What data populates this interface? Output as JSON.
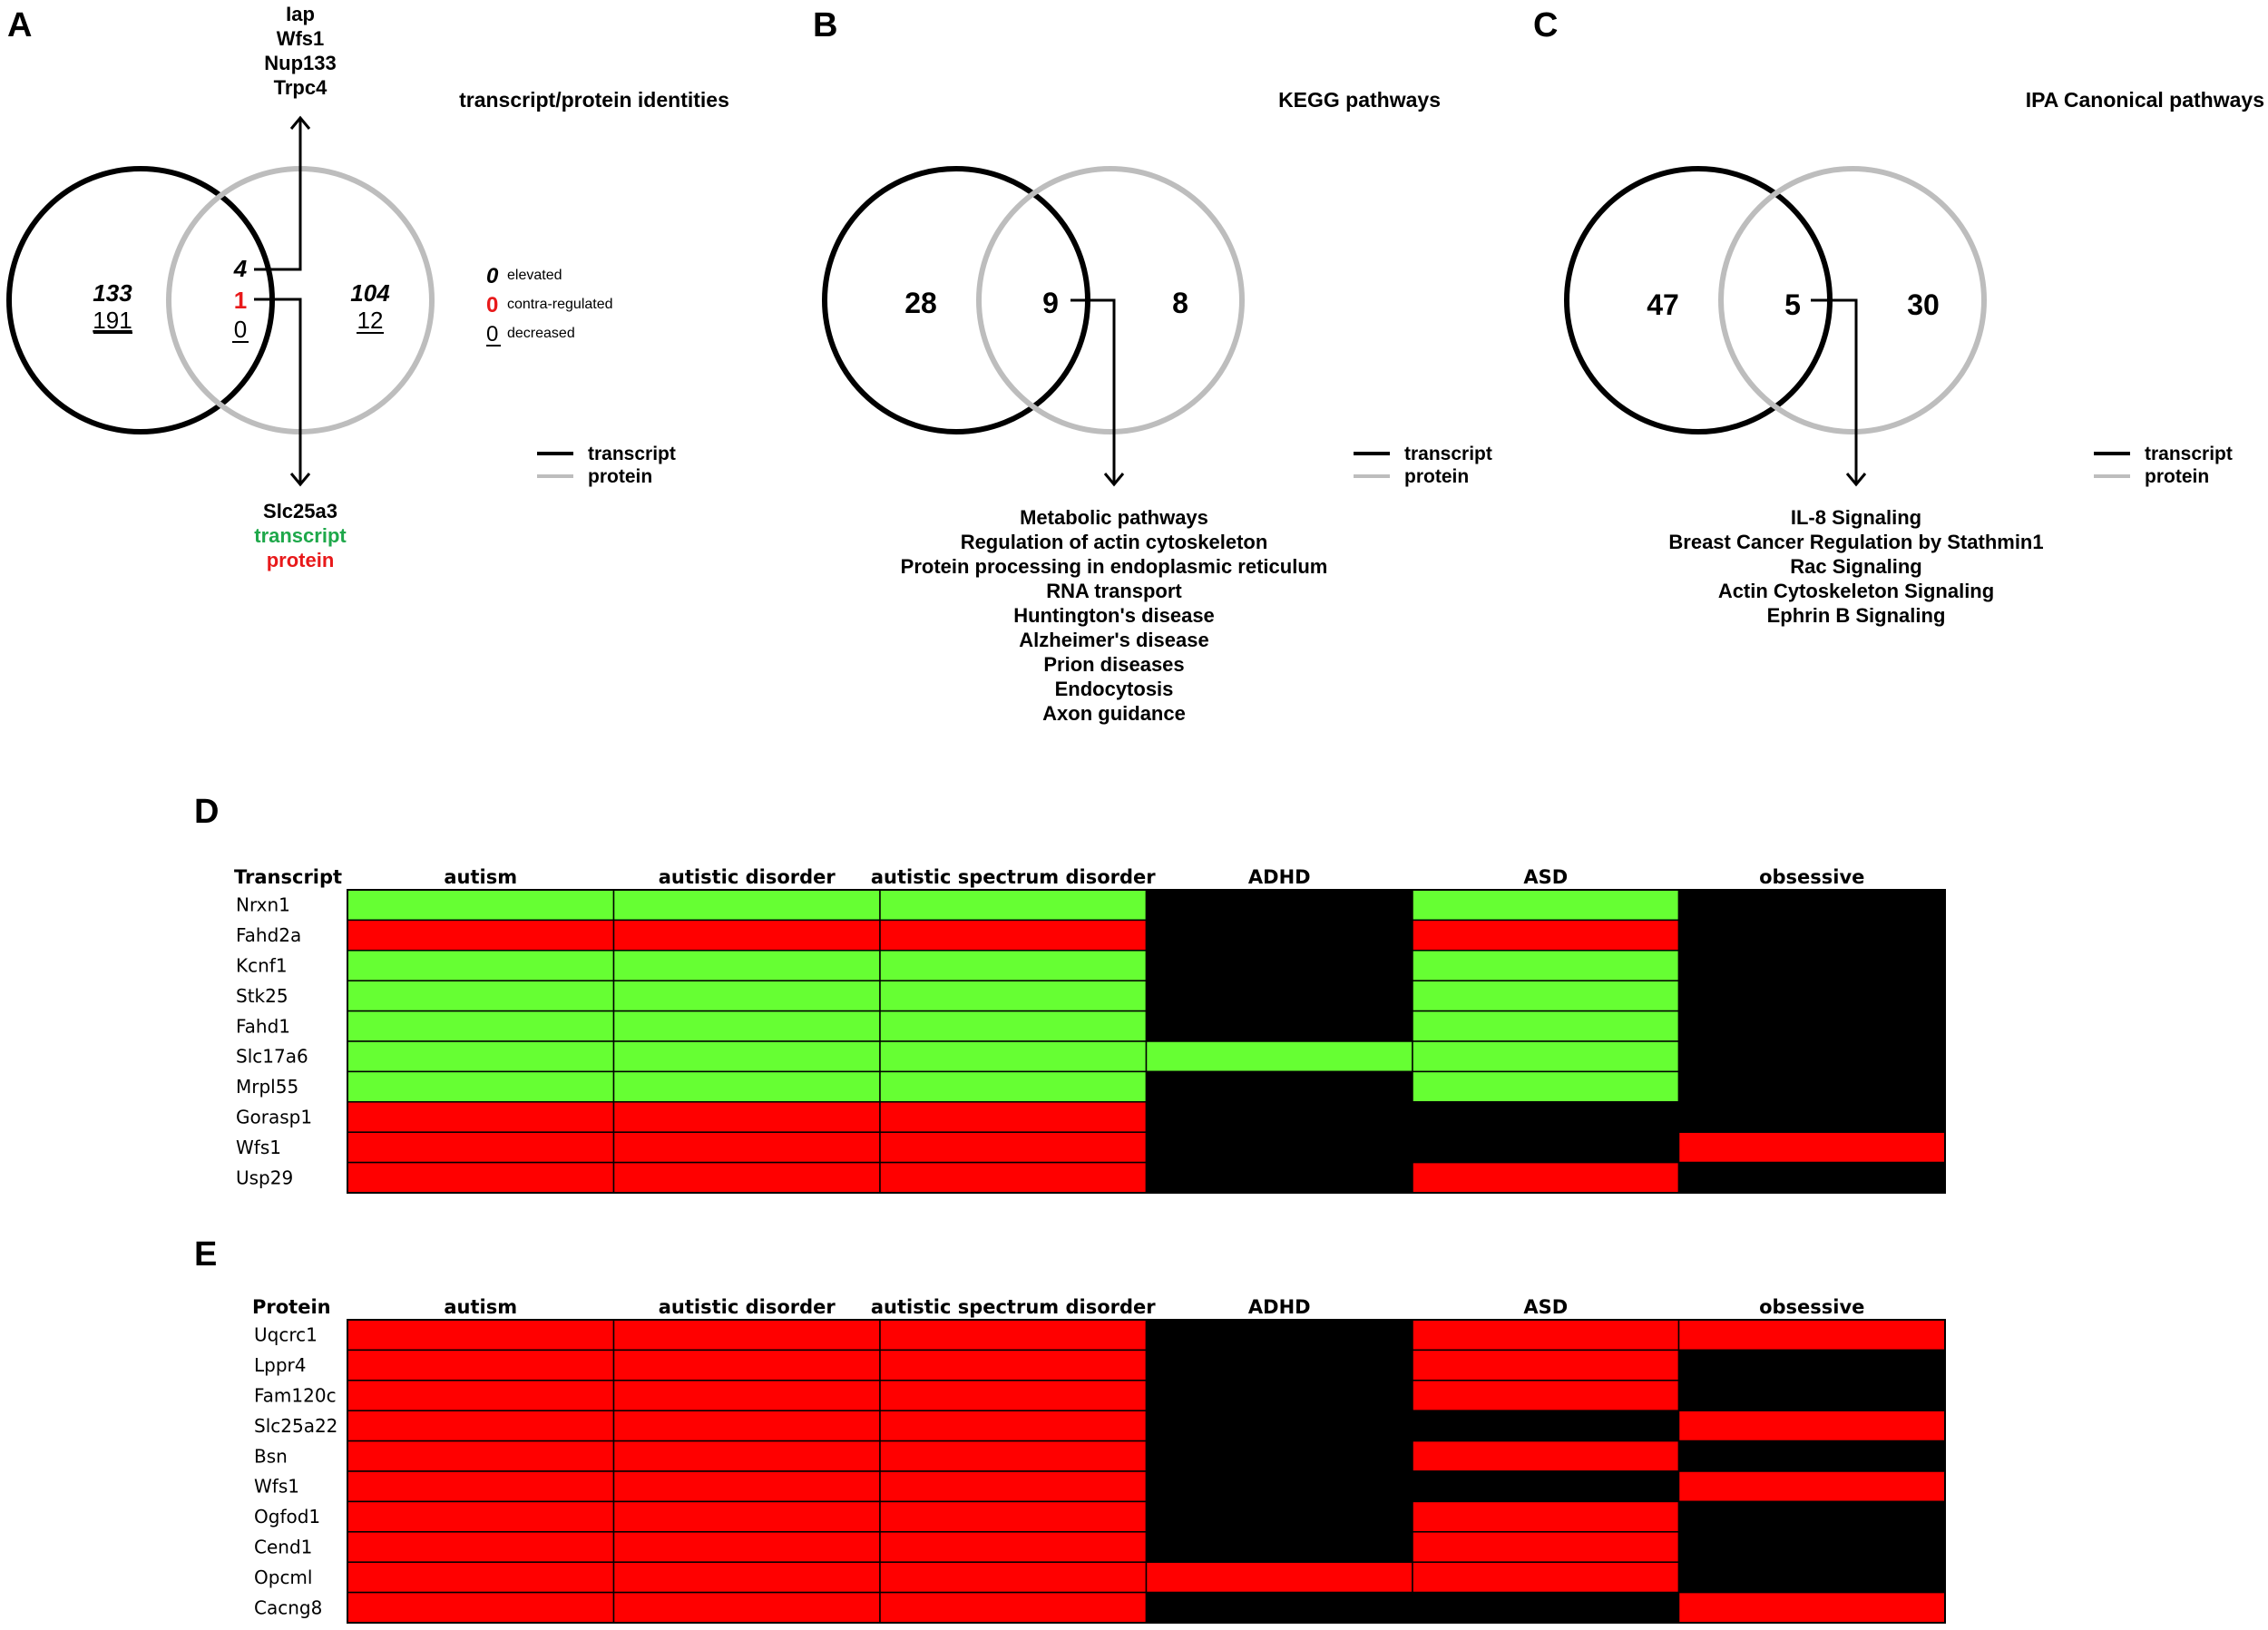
{
  "panelA": {
    "letter": "A",
    "title": "transcript/protein identities",
    "left": {
      "value": "133",
      "sub": "191"
    },
    "center": {
      "elevated": "4",
      "contra": "1",
      "decreased": "0"
    },
    "right": {
      "value": "104",
      "sub": "12"
    },
    "top_genes": [
      "Iap",
      "Wfs1",
      "Nup133",
      "Trpc4"
    ],
    "bottom_gene": "Slc25a3",
    "bottom_transcript": "transcript",
    "bottom_protein": "protein",
    "key": [
      {
        "value": "0",
        "label": "elevated",
        "color": "#000000"
      },
      {
        "value": "0",
        "label": "contra-regulated",
        "color": "#e8191a"
      },
      {
        "value": "0",
        "label": "decreased",
        "color": "#000000"
      }
    ],
    "legend": [
      "transcript",
      "protein"
    ]
  },
  "panelB": {
    "letter": "B",
    "title": "KEGG pathways",
    "left": "28",
    "center": "9",
    "right": "8",
    "pathways": [
      "Metabolic pathways",
      "Regulation of actin cytoskeleton",
      "Protein processing in endoplasmic reticulum",
      "RNA transport",
      "Huntington's disease",
      "Alzheimer's disease",
      "Prion diseases",
      "Endocytosis",
      "Axon guidance"
    ],
    "legend": [
      "transcript",
      "protein"
    ]
  },
  "panelC": {
    "letter": "C",
    "title": "IPA Canonical pathways",
    "left": "47",
    "center": "5",
    "right": "30",
    "pathways": [
      "IL-8 Signaling",
      "Breast Cancer Regulation by Stathmin1",
      "Rac Signaling",
      "Actin Cytoskeleton Signaling",
      "Ephrin B Signaling"
    ],
    "legend": [
      "transcript",
      "protein"
    ]
  },
  "colors": {
    "transcript": "#000000",
    "protein": "#bdbdbd",
    "green": "#66ff33",
    "red": "#ff0000",
    "black": "#000000",
    "green_text": "#1ea84a",
    "red_text": "#e8191a"
  },
  "panelD": {
    "letter": "D",
    "row_header": "Transcript",
    "columns": [
      "autism",
      "autistic disorder",
      "autistic spectrum disorder",
      "ADHD",
      "ASD",
      "obsessive"
    ],
    "rows": [
      {
        "name": "Nrxn1",
        "cells": [
          "G",
          "G",
          "G",
          "K",
          "G",
          "K"
        ]
      },
      {
        "name": "Fahd2a",
        "cells": [
          "R",
          "R",
          "R",
          "K",
          "R",
          "K"
        ]
      },
      {
        "name": "Kcnf1",
        "cells": [
          "G",
          "G",
          "G",
          "K",
          "G",
          "K"
        ]
      },
      {
        "name": "Stk25",
        "cells": [
          "G",
          "G",
          "G",
          "K",
          "G",
          "K"
        ]
      },
      {
        "name": "Fahd1",
        "cells": [
          "G",
          "G",
          "G",
          "K",
          "G",
          "K"
        ]
      },
      {
        "name": "Slc17a6",
        "cells": [
          "G",
          "G",
          "G",
          "G",
          "G",
          "K"
        ]
      },
      {
        "name": "Mrpl55",
        "cells": [
          "G",
          "G",
          "G",
          "K",
          "G",
          "K"
        ]
      },
      {
        "name": "Gorasp1",
        "cells": [
          "R",
          "R",
          "R",
          "K",
          "K",
          "K"
        ]
      },
      {
        "name": "Wfs1",
        "cells": [
          "R",
          "R",
          "R",
          "K",
          "K",
          "R"
        ]
      },
      {
        "name": "Usp29",
        "cells": [
          "R",
          "R",
          "R",
          "K",
          "R",
          "K"
        ]
      }
    ]
  },
  "panelE": {
    "letter": "E",
    "row_header": "Protein",
    "columns": [
      "autism",
      "autistic disorder",
      "autistic spectrum disorder",
      "ADHD",
      "ASD",
      "obsessive"
    ],
    "rows": [
      {
        "name": "Uqcrc1",
        "cells": [
          "R",
          "R",
          "R",
          "K",
          "R",
          "R"
        ]
      },
      {
        "name": "Lppr4",
        "cells": [
          "R",
          "R",
          "R",
          "K",
          "R",
          "K"
        ]
      },
      {
        "name": "Fam120c",
        "cells": [
          "R",
          "R",
          "R",
          "K",
          "R",
          "K"
        ]
      },
      {
        "name": "Slc25a22",
        "cells": [
          "R",
          "R",
          "R",
          "K",
          "K",
          "R"
        ]
      },
      {
        "name": "Bsn",
        "cells": [
          "R",
          "R",
          "R",
          "K",
          "R",
          "K"
        ]
      },
      {
        "name": "Wfs1",
        "cells": [
          "R",
          "R",
          "R",
          "K",
          "K",
          "R"
        ]
      },
      {
        "name": "Ogfod1",
        "cells": [
          "R",
          "R",
          "R",
          "K",
          "R",
          "K"
        ]
      },
      {
        "name": "Cend1",
        "cells": [
          "R",
          "R",
          "R",
          "K",
          "R",
          "K"
        ]
      },
      {
        "name": "Opcml",
        "cells": [
          "R",
          "R",
          "R",
          "R",
          "R",
          "K"
        ]
      },
      {
        "name": "Cacng8",
        "cells": [
          "R",
          "R",
          "R",
          "K",
          "K",
          "R"
        ]
      }
    ]
  }
}
